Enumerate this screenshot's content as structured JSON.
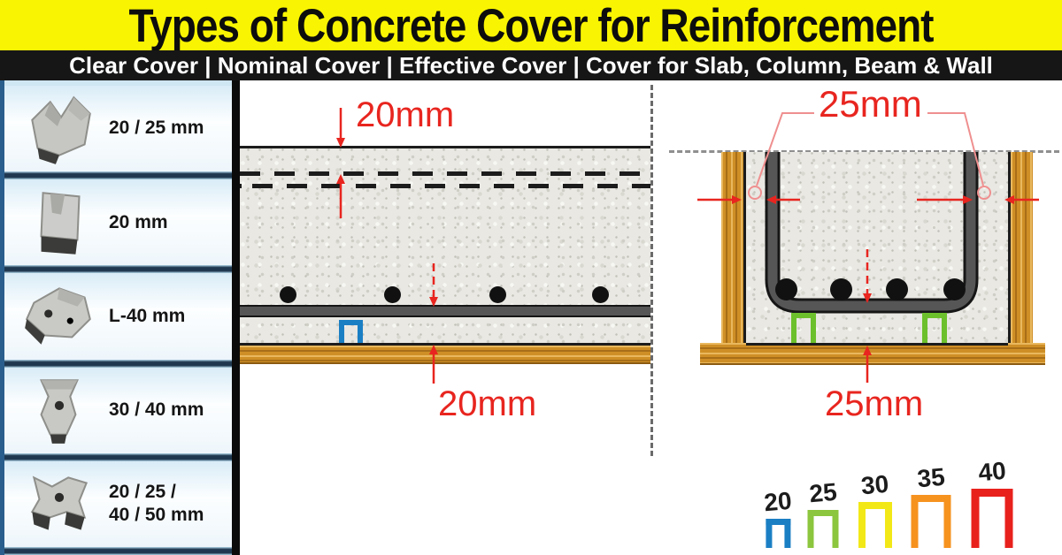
{
  "header": {
    "title": "Types of Concrete Cover for Reinforcement",
    "subtitle": "Clear Cover | Nominal Cover | Effective Cover | Cover for Slab, Column, Beam & Wall"
  },
  "sidebar": {
    "items": [
      {
        "label": "20 / 25 mm"
      },
      {
        "label": "20 mm"
      },
      {
        "label": "L-40 mm"
      },
      {
        "label": "30 / 40 mm"
      },
      {
        "label": "20 / 25 /\n40 / 50 mm"
      }
    ]
  },
  "slab_diagram": {
    "top_cover_label": "20mm",
    "bottom_cover_label": "20mm",
    "cover_block_color": "#1b7fc4"
  },
  "beam_diagram": {
    "top_cover_label": "25mm",
    "bottom_cover_label": "25mm",
    "cover_block_color": "#6cc02c"
  },
  "legend": {
    "items": [
      {
        "size": "20",
        "color": "#1b7fc4"
      },
      {
        "size": "25",
        "color": "#8cc63e"
      },
      {
        "size": "30",
        "color": "#f2e818"
      },
      {
        "size": "35",
        "color": "#f6921e"
      },
      {
        "size": "40",
        "color": "#e8211d"
      }
    ]
  },
  "colors": {
    "banner_bg": "#f9f402",
    "subtitle_bg": "#161616",
    "annotation_red": "#e8251f",
    "annotation_pink": "#ef8f8f",
    "sidebar_bg": "#cfe6f3",
    "sidebar_divider": "#1f3850",
    "concrete": "#e9e8e3",
    "wood": "#cf8f26",
    "rebar_dark": "#1c1c1c",
    "steel_gray": "#565656"
  }
}
